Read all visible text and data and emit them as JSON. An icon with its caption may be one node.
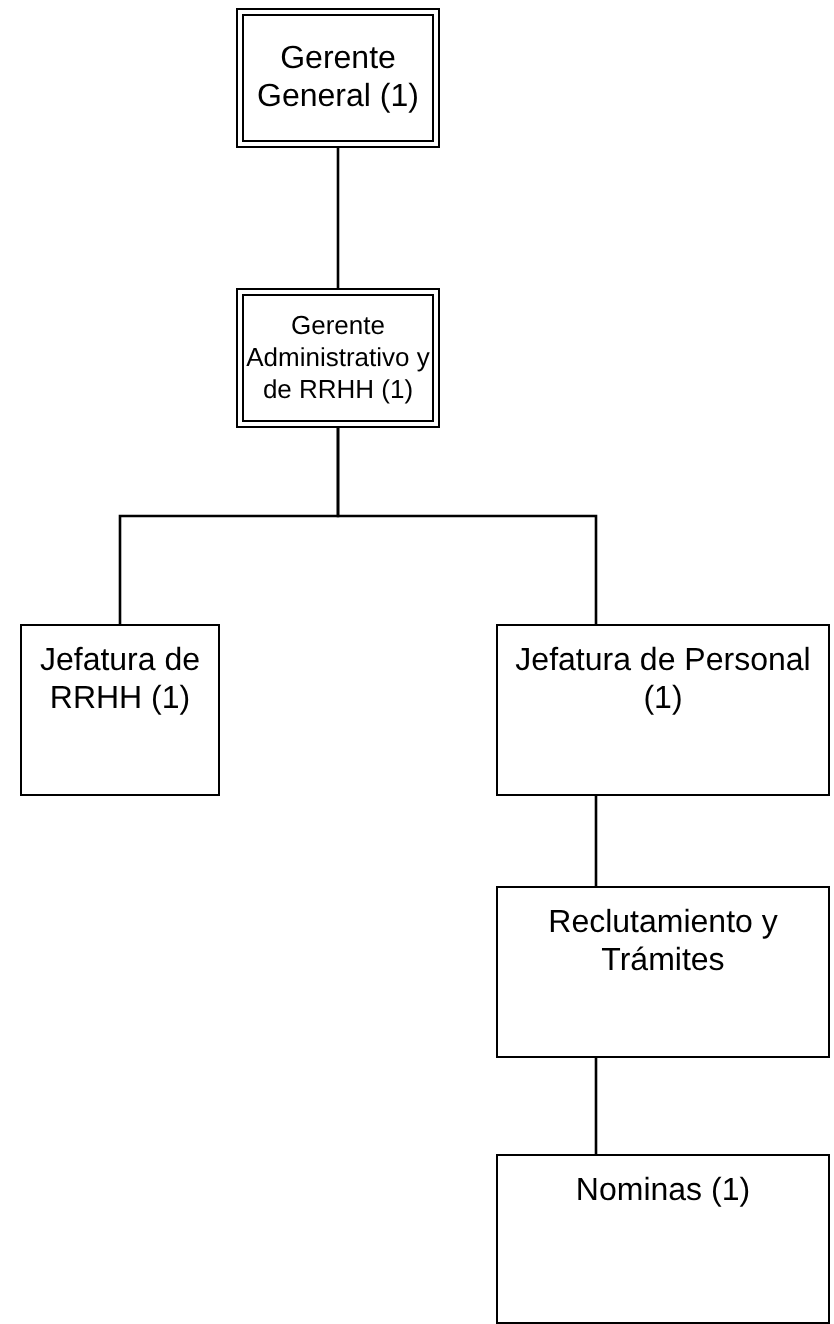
{
  "diagram": {
    "nodes": [
      {
        "text": [
          "Gerente General (1)"
        ]
      },
      {
        "text": [
          "Gerente Administrativo y de RRHH (1)"
        ]
      },
      {
        "text": [
          "Jefatura de RRHH (1)"
        ]
      },
      {
        "text": [
          "Jefatura de Personal (1)"
        ]
      },
      {
        "text": [
          "Reclutamiento y Trámites"
        ]
      },
      {
        "text": [
          "Nominas (1)"
        ]
      }
    ],
    "edges": [
      {
        "from": 0,
        "to": 1,
        "arrow": "none"
      },
      {
        "from": 1,
        "to": 2,
        "arrow": "none"
      },
      {
        "from": 1,
        "to": 3,
        "arrow": "none"
      },
      {
        "from": 3,
        "to": 4,
        "arrow": "none"
      },
      {
        "from": 4,
        "to": 5,
        "arrow": "none"
      }
    ]
  }
}
